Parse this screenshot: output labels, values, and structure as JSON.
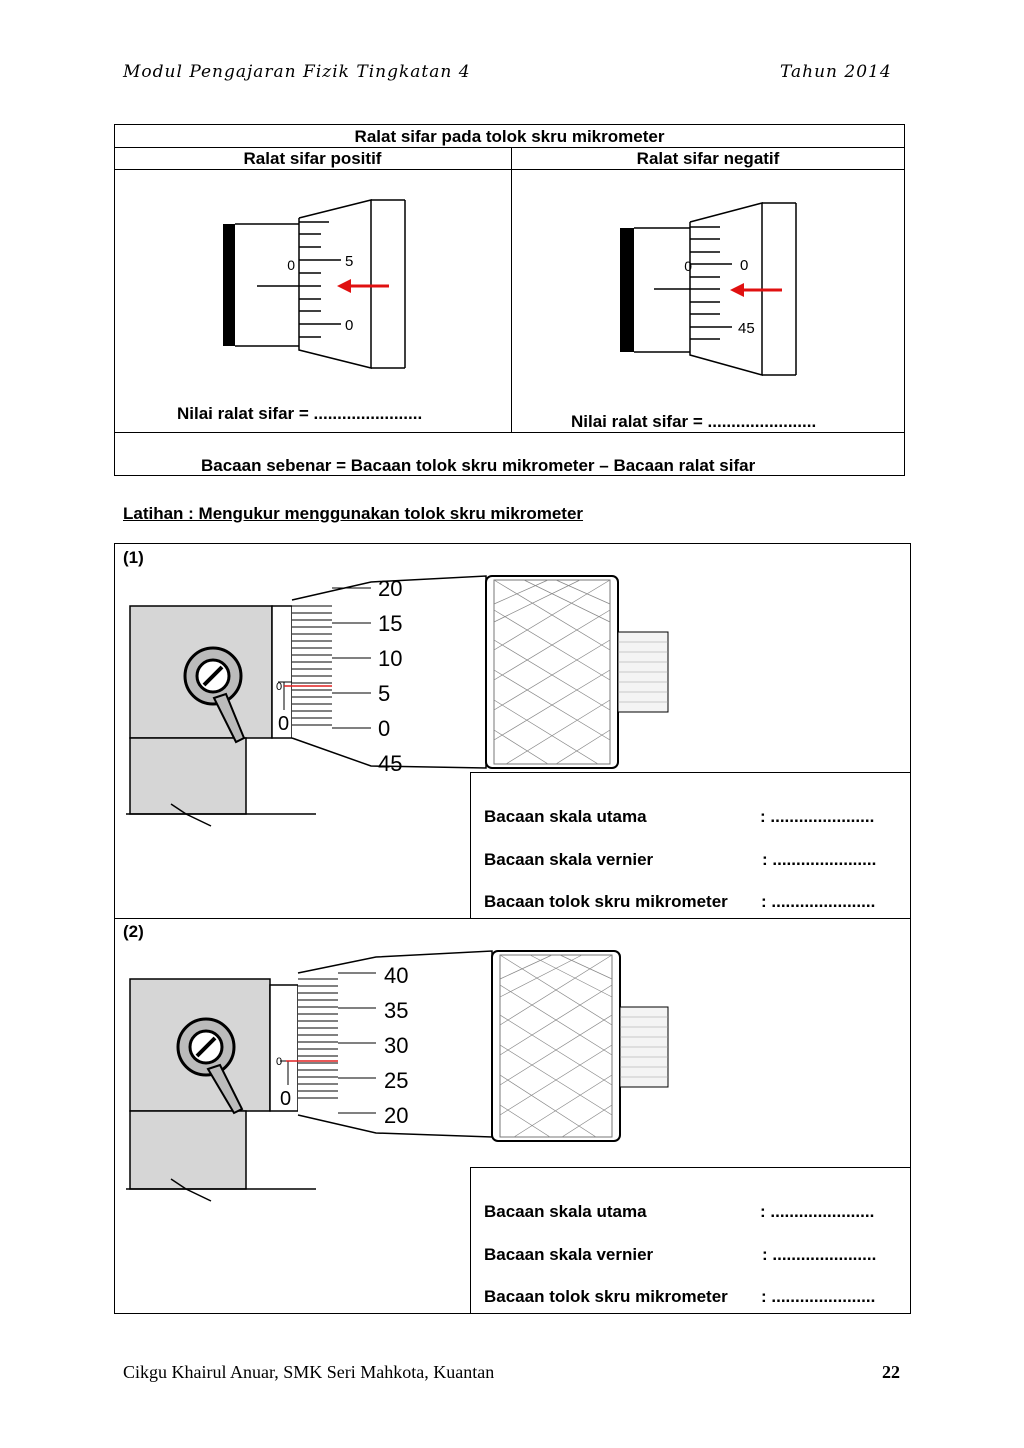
{
  "header": {
    "title": "Modul Pengajaran Fizik Tingkatan 4",
    "year": "Tahun 2014"
  },
  "table": {
    "title": "Ralat sifar pada tolok skru mikrometer",
    "col_positive": "Ralat sifar positif",
    "col_negative": "Ralat sifar negatif",
    "positive_answer": "Nilai ralat sifar = .......................",
    "negative_answer": "Nilai ralat sifar = .......................",
    "formula": "Bacaan sebenar = Bacaan tolok skru mikrometer – Bacaan ralat sifar",
    "positive_scale": [
      "5",
      "0"
    ],
    "negative_scale": [
      "0",
      "45"
    ],
    "main_zero": "0"
  },
  "exercise": {
    "heading": "Latihan : Mengukur menggunakan tolok skru mikrometer",
    "items": [
      {
        "number": "(1)",
        "thimble_labels": [
          "20",
          "15",
          "10",
          "5",
          "0",
          "45"
        ],
        "main_zero": "0",
        "sleeve_zero": "0",
        "main_scale_label": "Bacaan skala utama",
        "main_scale_value": ": ......................",
        "vernier_label": "Bacaan skala vernier",
        "vernier_value": ": ......................",
        "total_label": "Bacaan tolok skru mikrometer",
        "total_value": ": ......................"
      },
      {
        "number": "(2)",
        "thimble_labels": [
          "40",
          "35",
          "30",
          "25",
          "20"
        ],
        "main_zero": "0",
        "sleeve_zero": "0",
        "main_scale_label": "Bacaan skala utama",
        "main_scale_value": ": ......................",
        "vernier_label": "Bacaan skala vernier",
        "vernier_value": ": ......................",
        "total_label": "Bacaan tolok skru mikrometer",
        "total_value": ": ......................"
      }
    ]
  },
  "footer": {
    "author": "Cikgu Khairul Anuar, SMK Seri Mahkota, Kuantan",
    "page": "22"
  },
  "colors": {
    "arrow": "#e01010",
    "index_line": "#e02020",
    "frame_gray": "#d6d6d6"
  }
}
